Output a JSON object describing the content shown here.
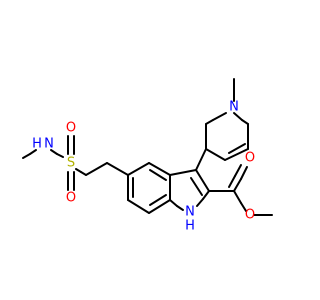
{
  "colors": {
    "carbon_bond": "#000000",
    "nitrogen": "#0000ff",
    "oxygen": "#ff0000",
    "sulfur": "#b2b200"
  },
  "atoms": {
    "n_methyl_piperidine": "N",
    "n_sulfonamide": "N",
    "h_sulfonamide": "H",
    "s_sulfonyl": "S",
    "o_sulfonyl_top": "O",
    "o_sulfonyl_bottom": "O",
    "o_carbonyl": "O",
    "o_ester": "O",
    "n_indole": "N",
    "h_indole": "H"
  }
}
